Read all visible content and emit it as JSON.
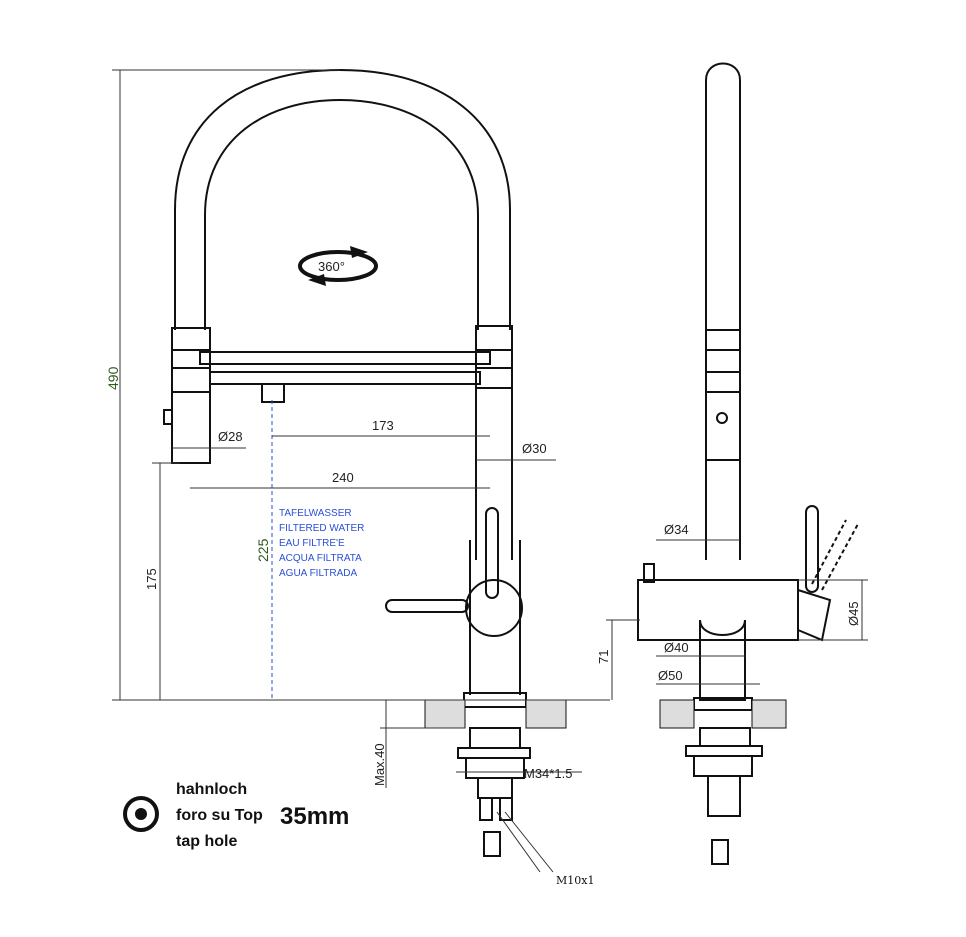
{
  "rotation_label": "360°",
  "dimensions": {
    "height_total": "490",
    "height_spout": "175",
    "height_filter": "225",
    "max_counter": "Max.40",
    "side_height": "71",
    "d28": "Ø28",
    "d30": "Ø30",
    "d34": "Ø34",
    "d40": "Ø40",
    "d45": "Ø45",
    "d50": "Ø50",
    "reach_173": "173",
    "reach_240": "240",
    "thread": "M34*1.5",
    "hose_thread": "M10x1"
  },
  "filtered_water": [
    "TAFELWASSER",
    "FILTERED WATER",
    "EAU FILTRE'E",
    "ACQUA FILTRATA",
    "AGUA FILTRADA"
  ],
  "tap_hole": {
    "lines": [
      "hahnloch",
      "foro su Top",
      "tap hole"
    ],
    "size": "35mm"
  },
  "colors": {
    "line": "#111111",
    "filter_blue": "#2a4fd6",
    "dim_green": "#2d5a1e"
  }
}
